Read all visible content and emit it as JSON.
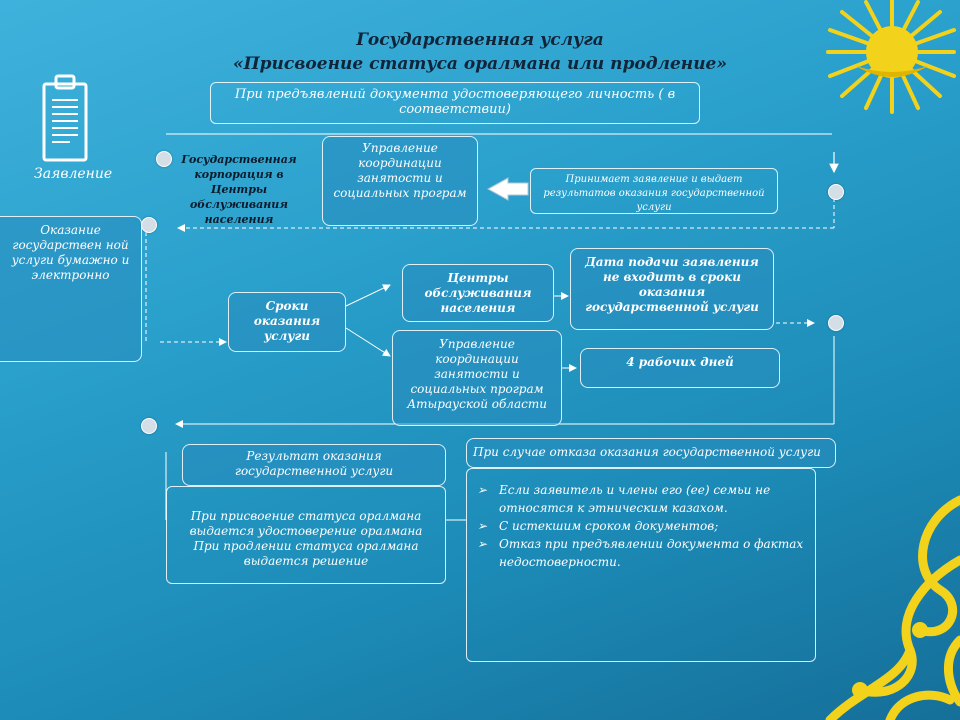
{
  "title_line1": "Государственная услуга",
  "title_line2": "«Присвоение статуса оралмана или продление»",
  "id_document": "При предъявлений документа удостоверяющего личность ( в соответствии)",
  "application_label": "Заявление",
  "gov_corp": "Государственная корпорация в Центры обслуживания населения",
  "dept_short": "Управление координации занятости и социальных програм",
  "accepts": "Принимает заявление и выдает результатов оказания государственной услуги",
  "delivery": "Оказание государствен ной услуги бумажно и электронно",
  "terms": "Сроки оказания услуги",
  "centers": "Центры обслуживания населения",
  "date_note": "Дата подачи заявления не входить в сроки оказания государственной услуги",
  "dept_full": "Управление координации занятости и социальных програм Атырауской области",
  "days": "4 рабочих дней",
  "result_title": "Результат оказания государственной услуги",
  "result_body": "При присвоение статуса оралмана выдается удостоверение оралмана При продлении статуса оралмана выдается решение",
  "refusal_title": "При случае отказа оказания государственной услуги",
  "refusal_items": [
    "Если заявитель и члены его (ее) семьи не относятся к этническим казахом.",
    "С истекшим сроком документов;",
    "Отказ при предъявлении документа о фактах недостоверности."
  ],
  "colors": {
    "accent_gold": "#f2d21a",
    "title_dark": "#10243a",
    "background": "#2aa0cc"
  },
  "icons": [
    "clipboard-icon",
    "sun-emblem-icon",
    "ornament-icon"
  ]
}
